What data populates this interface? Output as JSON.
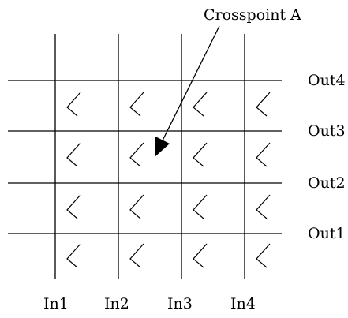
{
  "diagram": {
    "title_annotation": "Crosspoint A",
    "inputs": [
      "In1",
      "In2",
      "In3",
      "In4"
    ],
    "outputs": [
      "Out4",
      "Out3",
      "Out2",
      "Out1"
    ],
    "crosspoint_rows": 4,
    "crosspoint_cols": 4,
    "annotated_crosspoint": {
      "label": "Crosspoint A",
      "input": "In2",
      "output": "Out3"
    },
    "colors": {
      "line": "#000000",
      "background": "#ffffff"
    }
  }
}
